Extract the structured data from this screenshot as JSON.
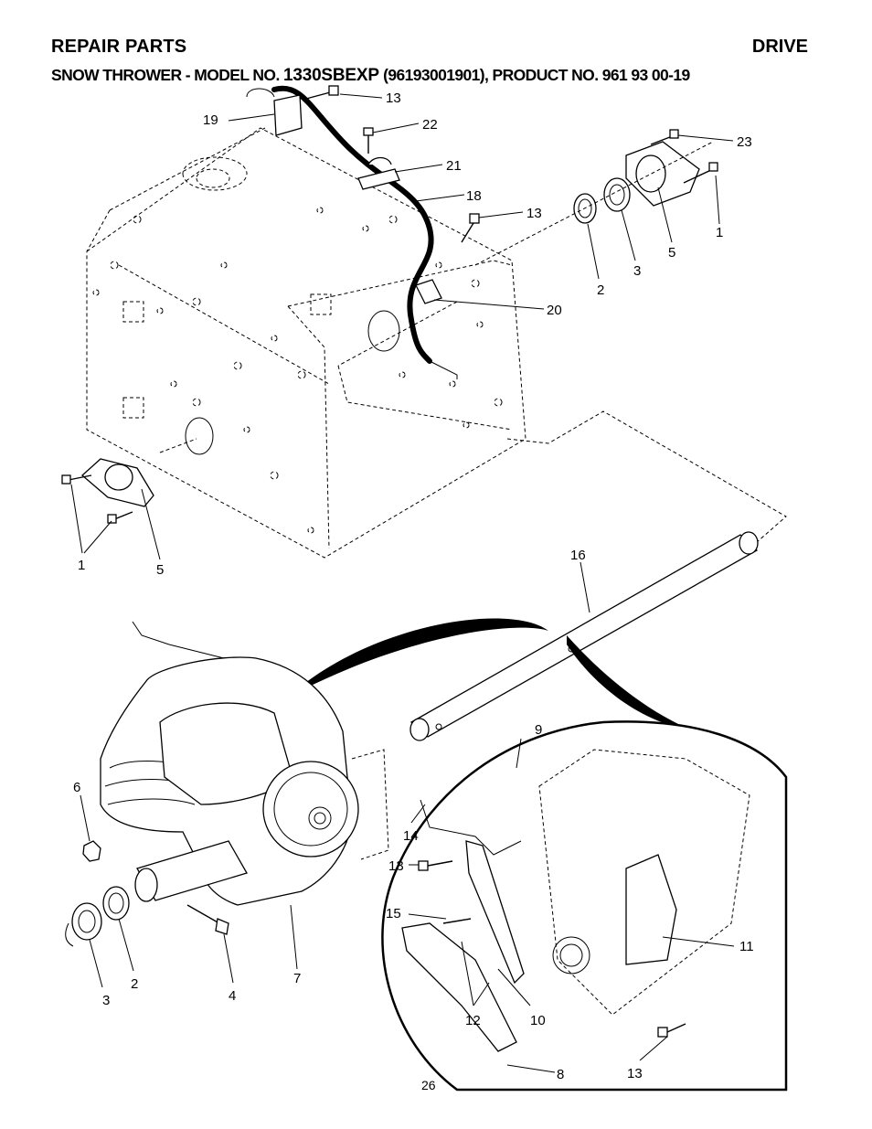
{
  "header": {
    "title_left": "REPAIR PARTS",
    "title_right": "DRIVE",
    "subtitle_prefix": "SNOW THROWER - MODEL NO. ",
    "model_no": "1330SBEXP",
    "subtitle_suffix": " (96193001901), PRODUCT NO. 961 93 00-19"
  },
  "callouts": {
    "c13_top": "13",
    "c19": "19",
    "c22": "22",
    "c23": "23",
    "c21": "21",
    "c18": "18",
    "c13_mid": "13",
    "c1_right": "1",
    "c5_right": "5",
    "c3_top": "3",
    "c2_top": "2",
    "c20": "20",
    "c1_left": "1",
    "c5_left": "5",
    "c16": "16",
    "c9": "9",
    "c6": "6",
    "c14": "14",
    "c13_inset": "13",
    "c15": "15",
    "c11": "11",
    "c12": "12",
    "c10": "10",
    "c3_bottom": "3",
    "c2_bottom": "2",
    "c4": "4",
    "c7": "7",
    "c8": "8",
    "c13_bottom": "13"
  },
  "page_number": "26"
}
